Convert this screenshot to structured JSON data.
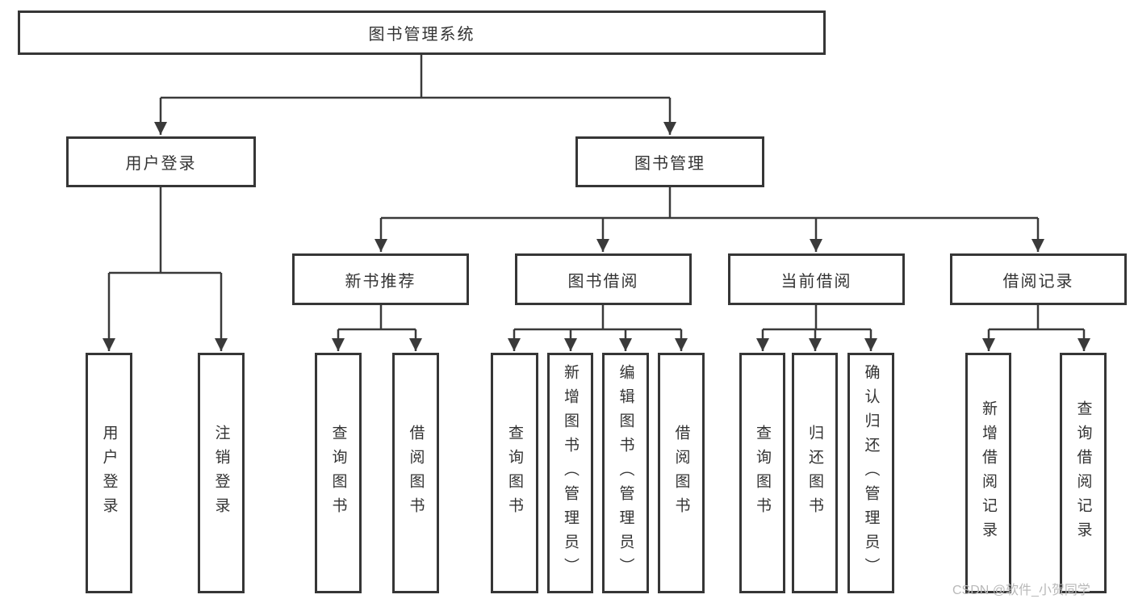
{
  "diagram": {
    "root": "图书管理系统",
    "level1": {
      "user_login": "用户登录",
      "book_mgmt": "图书管理"
    },
    "level2": {
      "new_books": "新书推荐",
      "borrowing": "图书借阅",
      "current": "当前借阅",
      "records": "借阅记录"
    },
    "leaves": {
      "login": "用户登录",
      "logout": "注销登录",
      "nb_query": "查询图书",
      "nb_borrow": "借阅图书",
      "bw_query": "查询图书",
      "bw_add": "新增图书（管理员）",
      "bw_edit": "编辑图书（管理员）",
      "bw_borrow": "借阅图书",
      "cu_query": "查询图书",
      "cu_return": "归还图书",
      "cu_confirm": "确认归还（管理员）",
      "re_add": "新增借阅记录",
      "re_query": "查询借阅记录"
    }
  },
  "watermark": "CSDN @软件_小贺同学",
  "colors": {
    "line": "#3a3a3a",
    "box_border": "#363636",
    "text": "#333333",
    "watermark": "#b9b9b9",
    "background": "#ffffff"
  }
}
